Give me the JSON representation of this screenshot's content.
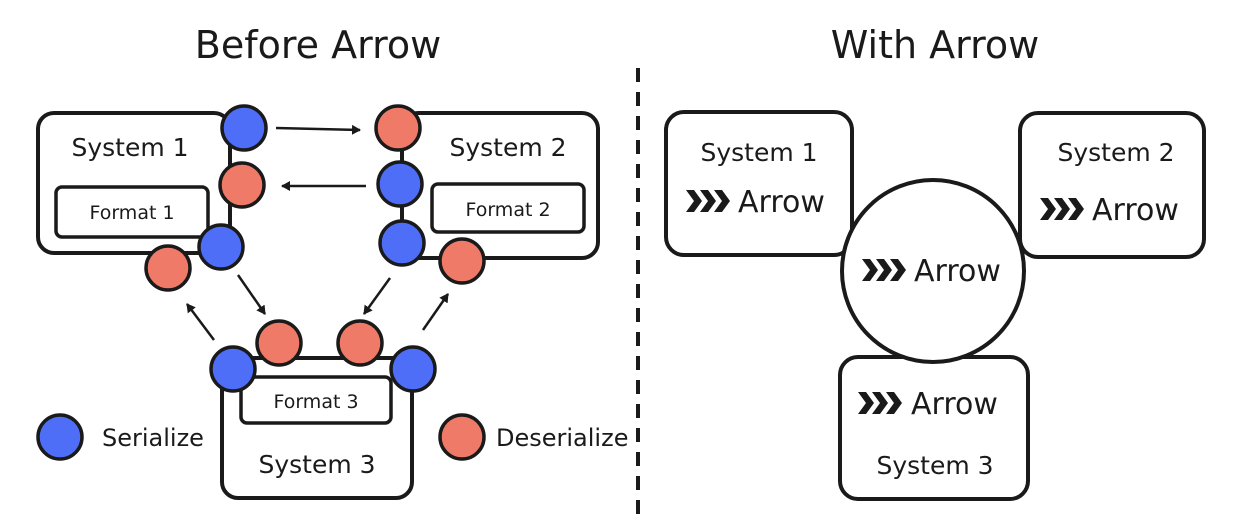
{
  "titles": {
    "before": "Before Arrow",
    "with": "With Arrow"
  },
  "before": {
    "system1": "System 1",
    "system2": "System 2",
    "system3": "System 3",
    "format1": "Format 1",
    "format2": "Format 2",
    "format3": "Format 3"
  },
  "legend": {
    "serialize": "Serialize",
    "deserialize": "Deserialize"
  },
  "after": {
    "system1": "System 1",
    "system2": "System 2",
    "system3": "System 3",
    "arrow_label": "Arrow",
    "arrow_icon": "arrow-logo-icon"
  },
  "colors": {
    "serialize": "#4f6ef7",
    "deserialize": "#f07a68"
  }
}
